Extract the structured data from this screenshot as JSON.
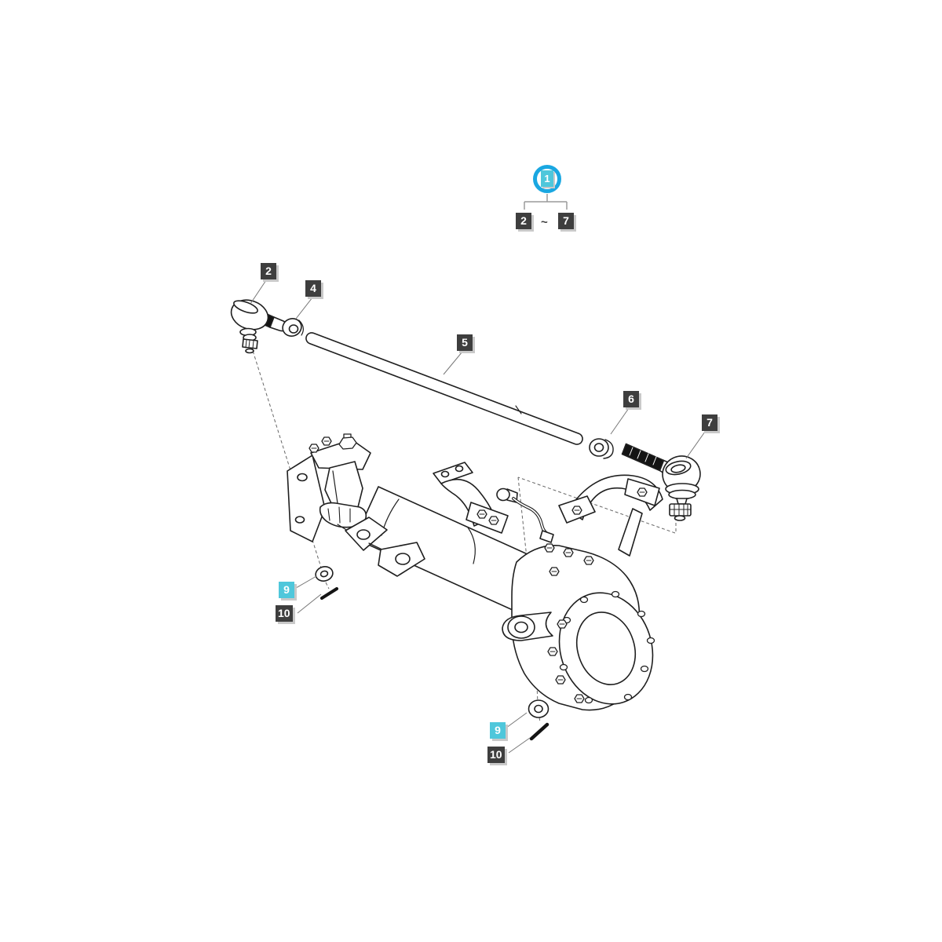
{
  "diagram": {
    "background": "#ffffff",
    "legend": {
      "group": "1",
      "range_from": "2",
      "range_separator": "~",
      "range_to": "7"
    },
    "callouts": {
      "c2": "2",
      "c4": "4",
      "c5": "5",
      "c6": "6",
      "c7": "7",
      "c9_left": "9",
      "c10_left": "10",
      "c9_right": "9",
      "c10_right": "10"
    },
    "colors": {
      "label_dark": "#3e3e3e",
      "label_cyan": "#4fc7db",
      "legend_ring": "#1aa7e1",
      "label_text": "#ffffff",
      "label_shadow": "#c9c9c9",
      "line_art": "#1f1f1f",
      "dashed_line": "#666666",
      "leader_line": "#777777"
    }
  }
}
